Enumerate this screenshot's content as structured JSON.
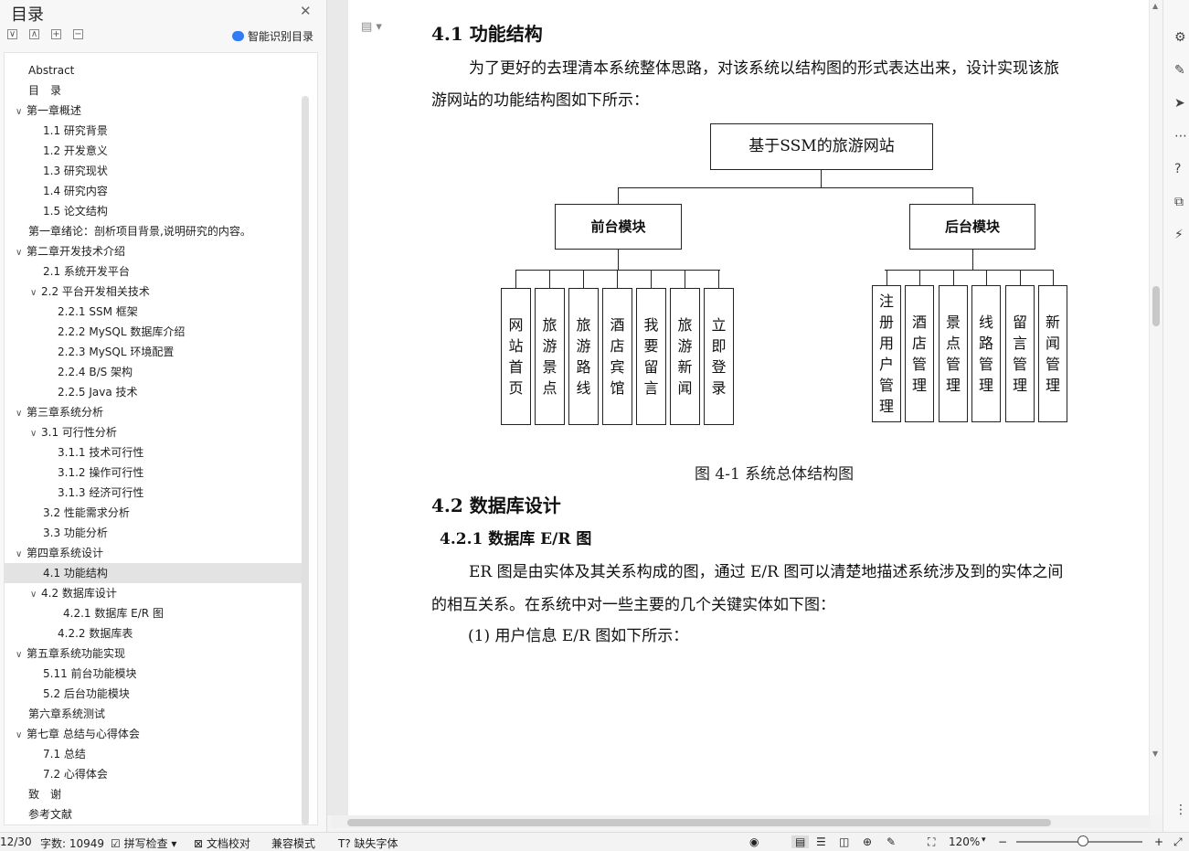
{
  "sidebar": {
    "title": "目录",
    "smart_toc": "智能识别目录",
    "items": [
      {
        "label": "Abstract",
        "chev": ""
      },
      {
        "label": "目　录",
        "chev": ""
      },
      {
        "label": "第一章概述",
        "chev": "∨"
      },
      {
        "label": "1.1  研究背景",
        "chev": ""
      },
      {
        "label": "1.2 开发意义",
        "chev": ""
      },
      {
        "label": "1.3  研究现状",
        "chev": ""
      },
      {
        "label": "1.4  研究内容",
        "chev": ""
      },
      {
        "label": "1.5 论文结构",
        "chev": ""
      },
      {
        "label": "第一章绪论：剖析项目背景,说明研究的内容。",
        "chev": ""
      },
      {
        "label": "第二章开发技术介绍",
        "chev": "∨"
      },
      {
        "label": "2.1  系统开发平台",
        "chev": ""
      },
      {
        "label": "2.2  平台开发相关技术",
        "chev": "∨"
      },
      {
        "label": "2.2.1    SSM 框架",
        "chev": ""
      },
      {
        "label": "2.2.2    MySQL 数据库介绍",
        "chev": ""
      },
      {
        "label": "2.2.3    MySQL 环境配置",
        "chev": ""
      },
      {
        "label": "2.2.4    B/S 架构",
        "chev": ""
      },
      {
        "label": "2.2.5 Java 技术",
        "chev": ""
      },
      {
        "label": "第三章系统分析",
        "chev": "∨"
      },
      {
        "label": "3.1  可行性分析",
        "chev": "∨"
      },
      {
        "label": "3.1.1  技术可行性",
        "chev": ""
      },
      {
        "label": "3.1.2  操作可行性",
        "chev": ""
      },
      {
        "label": "3.1.3 经济可行性",
        "chev": ""
      },
      {
        "label": "3.2 性能需求分析",
        "chev": ""
      },
      {
        "label": "3.3 功能分析",
        "chev": ""
      },
      {
        "label": "第四章系统设计",
        "chev": "∨"
      },
      {
        "label": "4.1 功能结构",
        "chev": ""
      },
      {
        "label": "4.2  数据库设计",
        "chev": "∨"
      },
      {
        "label": "4.2.1  数据库 E/R 图",
        "chev": ""
      },
      {
        "label": "4.2.2  数据库表",
        "chev": ""
      },
      {
        "label": "第五章系统功能实现",
        "chev": "∨"
      },
      {
        "label": "5.11 前台功能模块",
        "chev": ""
      },
      {
        "label": "5.2 后台功能模块",
        "chev": ""
      },
      {
        "label": "第六章系统测试",
        "chev": ""
      },
      {
        "label": "第七章  总结与心得体会",
        "chev": "∨"
      },
      {
        "label": "7.1 总结",
        "chev": ""
      },
      {
        "label": "7.2 心得体会",
        "chev": ""
      },
      {
        "label": "致　谢",
        "chev": ""
      },
      {
        "label": "参考文献",
        "chev": ""
      }
    ]
  },
  "document": {
    "heading_41": "4.1 功能结构",
    "para1_line1": "为了更好的去理清本系统整体思路，对该系统以结构图的形式表达出来，设计实现该旅",
    "para1_line2": "游网站的功能结构图如下所示：",
    "diagram": {
      "root": "基于SSM的旅游网站",
      "front": "前台模块",
      "back": "后台模块",
      "front_items": [
        "网站首页",
        "旅游景点",
        "旅游路线",
        "酒店宾馆",
        "我要留言",
        "旅游新闻",
        "立即登录"
      ],
      "back_items": [
        "注册用户管理",
        "酒店管理",
        "景点管理",
        "线路管理",
        "留言管理",
        "新闻管理"
      ]
    },
    "figure_caption": "图 4-1  系统总体结构图",
    "heading_42": "4.2  数据库设计",
    "heading_421": "4.2.1  数据库 E/R 图",
    "para2_line1": "ER 图是由实体及其关系构成的图，通过 E/R 图可以清楚地描述系统涉及到的实体之间",
    "para2_line2": "的相互关系。在系统中对一些主要的几个关键实体如下图：",
    "para3": "(1)  用户信息 E/R 图如下所示："
  },
  "status": {
    "page": "12/30",
    "words": "字数: 10949",
    "spell": "拼写检查",
    "proof": "文档校对",
    "compat": "兼容模式",
    "missing_font": "缺失字体",
    "zoom": "120%"
  }
}
